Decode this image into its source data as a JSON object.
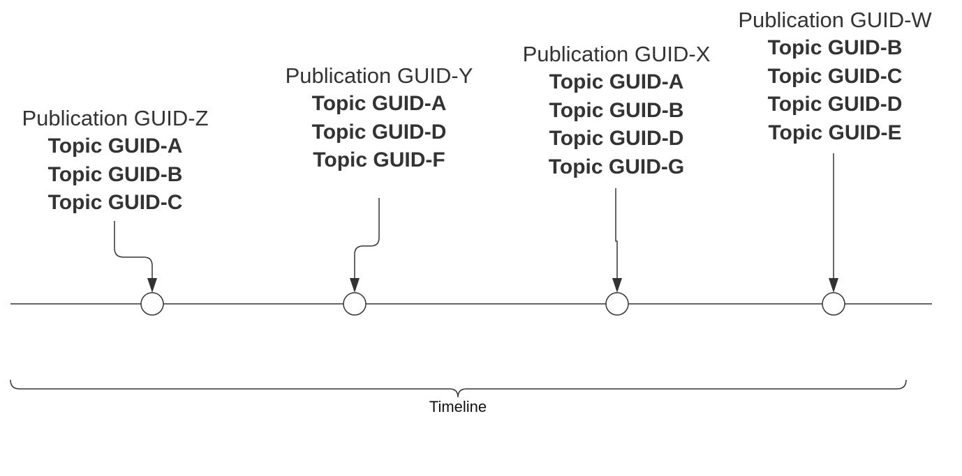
{
  "publications": [
    {
      "title": "Publication GUID-Z",
      "topics": [
        "Topic GUID-A",
        "Topic GUID-B",
        "Topic GUID-C"
      ]
    },
    {
      "title": "Publication GUID-Y",
      "topics": [
        "Topic GUID-A",
        "Topic GUID-D",
        "Topic GUID-F"
      ]
    },
    {
      "title": "Publication GUID-X",
      "topics": [
        "Topic GUID-A",
        "Topic GUID-B",
        "Topic GUID-D",
        "Topic GUID-G"
      ]
    },
    {
      "title": "Publication GUID-W",
      "topics": [
        "Topic GUID-B",
        "Topic GUID-C",
        "Topic GUID-D",
        "Topic GUID-E"
      ]
    }
  ],
  "timeline": {
    "label": "Timeline"
  },
  "colors": {
    "line": "#333333",
    "text": "#333333",
    "background": "#ffffff"
  }
}
